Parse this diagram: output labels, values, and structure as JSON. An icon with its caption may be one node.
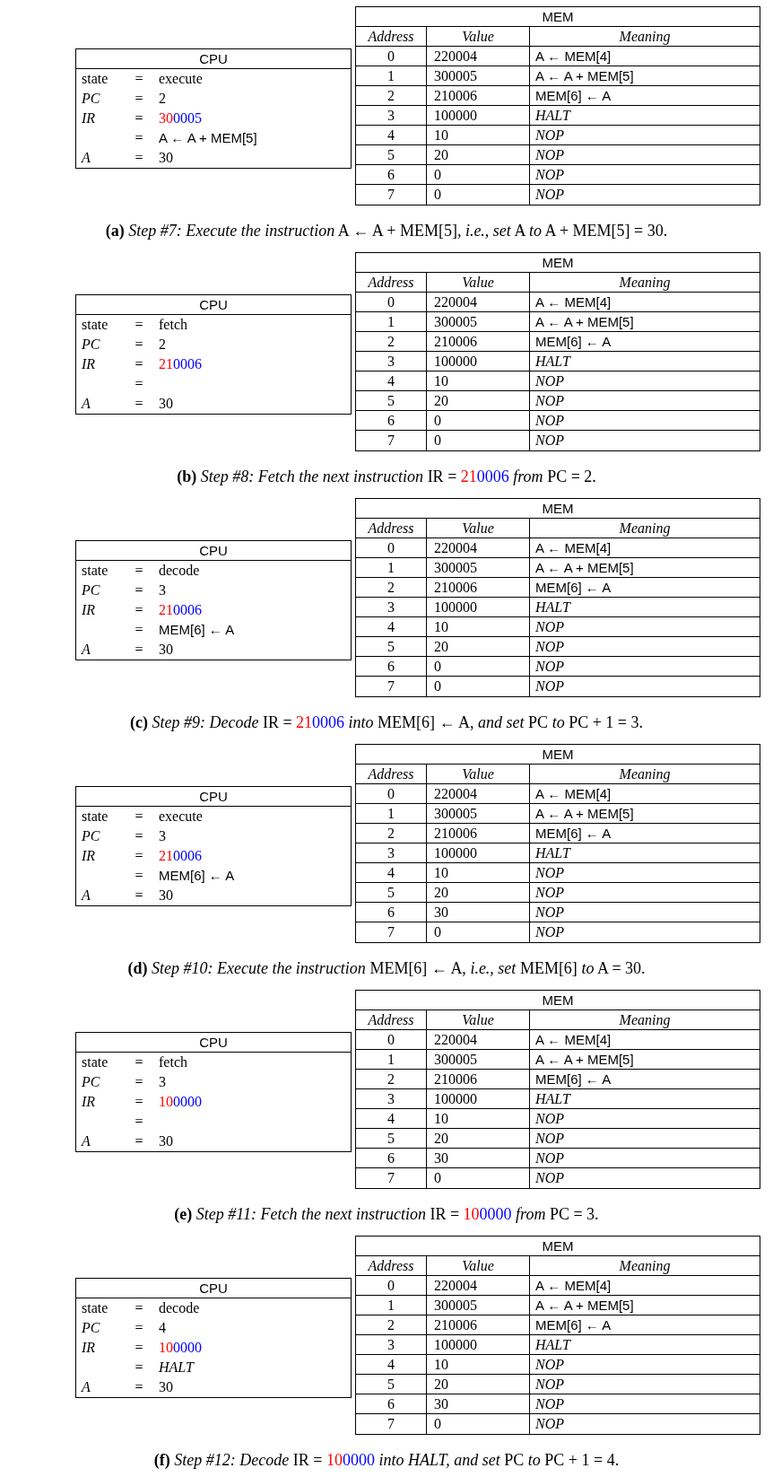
{
  "diagram": {
    "nodes": [
      {
        "text": [
          "CPU",
          "state",
          "=",
          "execute",
          "PC",
          "=",
          "2",
          "IR",
          "=",
          "300005",
          "=",
          "A ← A + MEM[5]",
          "A",
          "=",
          "30"
        ]
      },
      {
        "text": [
          "MEM",
          "Address",
          "Value",
          "Meaning",
          "0",
          "220004",
          "A ← MEM[4]",
          "1",
          "300005",
          "A ← A + MEM[5]",
          "2",
          "210006",
          "MEM[6] ← A",
          "3",
          "100000",
          "HALT",
          "4",
          "10",
          "NOP",
          "5",
          "20",
          "NOP",
          "6",
          "0",
          "NOP",
          "7",
          "0",
          "NOP"
        ]
      },
      {
        "text": [
          "CPU",
          "state",
          "=",
          "fetch",
          "PC",
          "=",
          "2",
          "IR",
          "=",
          "210006",
          "=",
          "A",
          "=",
          "30"
        ]
      },
      {
        "text": [
          "MEM",
          "Address",
          "Value",
          "Meaning",
          "0",
          "220004",
          "A ← MEM[4]",
          "1",
          "300005",
          "A ← A + MEM[5]",
          "2",
          "210006",
          "MEM[6] ← A",
          "3",
          "100000",
          "HALT",
          "4",
          "10",
          "NOP",
          "5",
          "20",
          "NOP",
          "6",
          "0",
          "NOP",
          "7",
          "0",
          "NOP"
        ]
      },
      {
        "text": [
          "CPU",
          "state",
          "=",
          "decode",
          "PC",
          "=",
          "3",
          "IR",
          "=",
          "210006",
          "=",
          "MEM[6] ← A",
          "A",
          "=",
          "30"
        ]
      },
      {
        "text": [
          "MEM",
          "Address",
          "Value",
          "Meaning",
          "0",
          "220004",
          "A ← MEM[4]",
          "1",
          "300005",
          "A ← A + MEM[5]",
          "2",
          "210006",
          "MEM[6] ← A",
          "3",
          "100000",
          "HALT",
          "4",
          "10",
          "NOP",
          "5",
          "20",
          "NOP",
          "6",
          "0",
          "NOP",
          "7",
          "0",
          "NOP"
        ]
      },
      {
        "text": [
          "CPU",
          "state",
          "=",
          "execute",
          "PC",
          "=",
          "3",
          "IR",
          "=",
          "210006",
          "=",
          "MEM[6] ← A",
          "A",
          "=",
          "30"
        ]
      },
      {
        "text": [
          "MEM",
          "Address",
          "Value",
          "Meaning",
          "0",
          "220004",
          "A ← MEM[4]",
          "1",
          "300005",
          "A ← A + MEM[5]",
          "2",
          "210006",
          "MEM[6] ← A",
          "3",
          "100000",
          "HALT",
          "4",
          "10",
          "NOP",
          "5",
          "20",
          "NOP",
          "6",
          "30",
          "NOP",
          "7",
          "0",
          "NOP"
        ]
      },
      {
        "text": [
          "CPU",
          "state",
          "=",
          "fetch",
          "PC",
          "=",
          "3",
          "IR",
          "=",
          "100000",
          "=",
          "A",
          "=",
          "30"
        ]
      },
      {
        "text": [
          "MEM",
          "Address",
          "Value",
          "Meaning",
          "0",
          "220004",
          "A ← MEM[4]",
          "1",
          "300005",
          "A ← A + MEM[5]",
          "2",
          "210006",
          "MEM[6] ← A",
          "3",
          "100000",
          "HALT",
          "4",
          "10",
          "NOP",
          "5",
          "20",
          "NOP",
          "6",
          "30",
          "NOP",
          "7",
          "0",
          "NOP"
        ]
      },
      {
        "text": [
          "CPU",
          "state",
          "=",
          "decode",
          "PC",
          "=",
          "4",
          "IR",
          "=",
          "100000",
          "=",
          "HALT",
          "A",
          "=",
          "30"
        ]
      },
      {
        "text": [
          "MEM",
          "Address",
          "Value",
          "Meaning",
          "0",
          "220004",
          "A ← MEM[4]",
          "1",
          "300005",
          "A ← A + MEM[5]",
          "2",
          "210006",
          "MEM[6] ← A",
          "3",
          "100000",
          "HALT",
          "4",
          "10",
          "NOP",
          "5",
          "20",
          "NOP",
          "6",
          "30",
          "NOP",
          "7",
          "0",
          "NOP"
        ]
      }
    ],
    "labels": [
      "**(a)** *Step #7: Execute the instruction* A ← A + MEM[5]*, i.e., set* A *to* A + MEM[5] = 30.",
      "**(b)** *Step #8: Fetch the next instruction* IR = 210006 *from* PC = 2.",
      "**(c)** *Step #9: Decode* IR = 210006 *into* MEM[6] ← A, *and set* PC *to* PC + 1 = 3.",
      "**(d)** *Step #10: Execute the instruction* MEM[6] ← A, *i.e., set* MEM[6] *to* A = 30.",
      "**(e)** *Step #11: Fetch the next instruction* IR = 100000 *from* PC = 3.",
      "**(f)** *Step #12: Decode* IR = 100000 *into HALT, and set* PC *to* PC + 1 = 4."
    ]
  }
}
